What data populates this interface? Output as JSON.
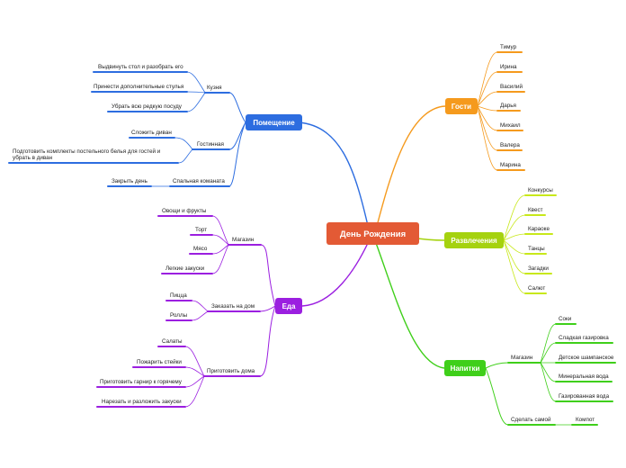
{
  "root": {
    "label": "День Рождения",
    "color": "#e35a35"
  },
  "branches": [
    {
      "label": "Помещение",
      "color": "#2d6de0",
      "children": [
        {
          "label": "Кузня",
          "children": [
            {
              "label": "Выдвинуть стол и разобрать его"
            },
            {
              "label": "Принести дополнительные стулья"
            },
            {
              "label": "Убрать всю редкую посуду"
            }
          ]
        },
        {
          "label": "Гостинная",
          "children": [
            {
              "label": "Сложить диван"
            },
            {
              "label": "Подготовить комплекты постельного белья для гостей и",
              "label2": "убрать в диван"
            }
          ]
        },
        {
          "label": "Спальная команата",
          "children": [
            {
              "label": "Закрыть день"
            }
          ]
        }
      ]
    },
    {
      "label": "Еда",
      "color": "#9b1fe0",
      "children": [
        {
          "label": "Магазин",
          "children": [
            {
              "label": "Овощи и фрукты"
            },
            {
              "label": "Торт"
            },
            {
              "label": "Мясо"
            },
            {
              "label": "Легкие закуски"
            }
          ]
        },
        {
          "label": "Заказать на дом",
          "children": [
            {
              "label": "Пицца"
            },
            {
              "label": "Роллы"
            }
          ]
        },
        {
          "label": "Приготовить дома",
          "children": [
            {
              "label": "Салаты"
            },
            {
              "label": "Пожарить стейки"
            },
            {
              "label": "Приготовить гарнир к горячему"
            },
            {
              "label": "Нарезать и разложить закуски"
            }
          ]
        }
      ]
    },
    {
      "label": "Гости",
      "color": "#f59a1d",
      "children": [
        {
          "label": "Тимур"
        },
        {
          "label": "Ирина"
        },
        {
          "label": "Василий"
        },
        {
          "label": "Дарья"
        },
        {
          "label": "Михаил"
        },
        {
          "label": "Валера"
        },
        {
          "label": "Марина"
        }
      ]
    },
    {
      "label": "Развлечения",
      "color": "#a5d20f",
      "line_color": "#c8e81a",
      "children": [
        {
          "label": "Конкурсы"
        },
        {
          "label": "Квест"
        },
        {
          "label": "Караоке"
        },
        {
          "label": "Танцы"
        },
        {
          "label": "Загадки"
        },
        {
          "label": "Салют"
        }
      ]
    },
    {
      "label": "Напитки",
      "color": "#3fcf1a",
      "children": [
        {
          "label": "Магазин",
          "children": [
            {
              "label": "Соки"
            },
            {
              "label": "Сладкая газировка"
            },
            {
              "label": "Детское шампанское"
            },
            {
              "label": "Минеральная вода"
            },
            {
              "label": "Газированная вода"
            }
          ]
        },
        {
          "label": "Сделать самой",
          "children": [
            {
              "label": "Компот"
            }
          ]
        }
      ]
    }
  ]
}
